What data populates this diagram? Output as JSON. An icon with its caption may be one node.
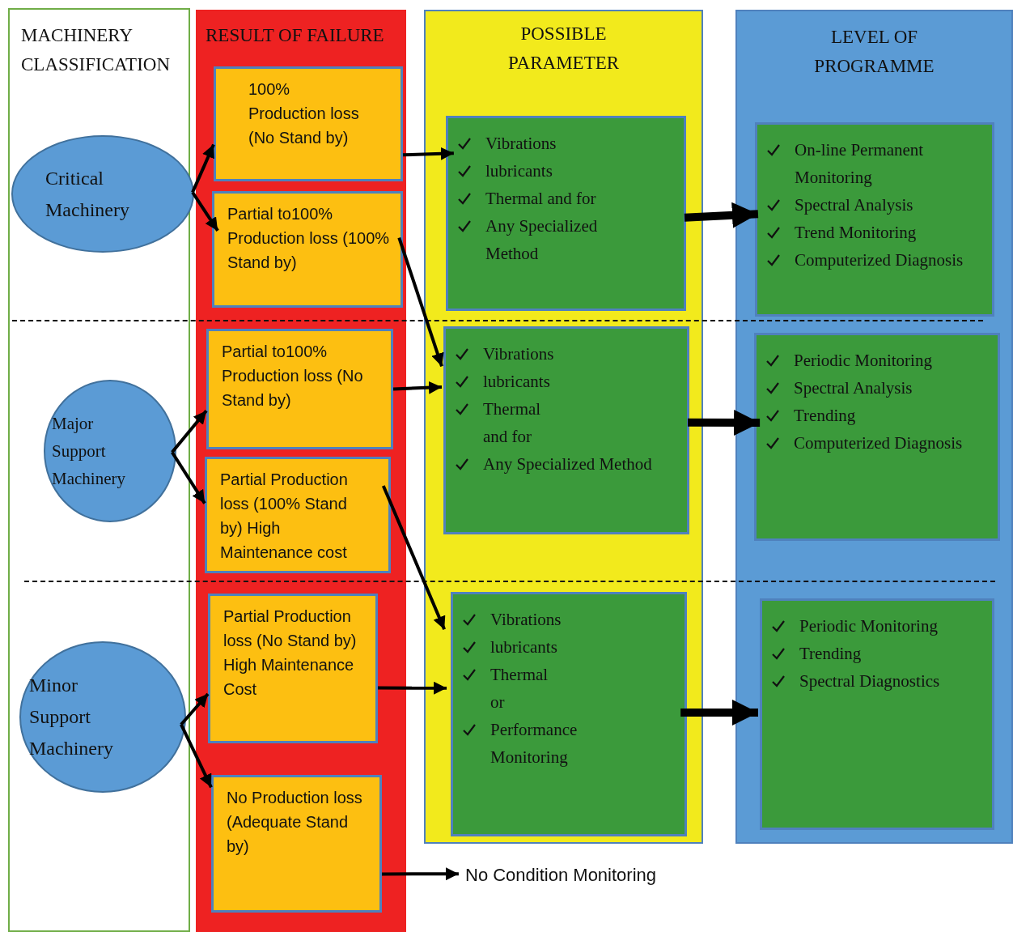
{
  "diagram": {
    "nodes": [
      {
        "text": [
          "MACHINERY CLASSIFICATION"
        ]
      },
      {
        "text": [
          "Critical Machinery"
        ],
        "in": 0
      },
      {
        "text": [
          "Major Support Machinery"
        ],
        "in": 0
      },
      {
        "text": [
          "Minor Support Machinery"
        ],
        "in": 0
      },
      {
        "text": [
          "RESULT OF FAILURE"
        ]
      },
      {
        "text": [
          "100% Production loss (No Stand by)"
        ],
        "in": 4
      },
      {
        "text": [
          "Partial to100% Production loss (100% Stand by)"
        ],
        "in": 4
      },
      {
        "text": [
          "Partial to100% Production loss (No Stand by)"
        ],
        "in": 4
      },
      {
        "text": [
          "Partial Production loss (100% Stand by) High Maintenance cost"
        ],
        "in": 4
      },
      {
        "text": [
          "Partial Production loss (No Stand by) High Maintenance Cost"
        ],
        "in": 4
      },
      {
        "text": [
          "No Production loss (Adequate Stand by)"
        ],
        "in": 4
      },
      {
        "text": [
          "POSSIBLE PARAMETER"
        ]
      },
      {
        "text": [
          "Vibrations",
          "lubricants",
          "Thermal and for",
          "Any Specialized Method"
        ],
        "in": 11
      },
      {
        "text": [
          "Vibrations",
          "lubricants",
          "Thermal and for",
          "Any Specialized Method"
        ],
        "in": 11
      },
      {
        "text": [
          "Vibrations",
          "lubricants",
          "Thermal or",
          "Performance Monitoring"
        ],
        "in": 11
      },
      {
        "text": [
          "LEVEL OF PROGRAMME"
        ]
      },
      {
        "text": [
          "On-line Permanent Monitoring",
          "Spectral Analysis",
          "Trend Monitoring",
          "Computerized Diagnosis"
        ],
        "in": 15
      },
      {
        "text": [
          "Periodic Monitoring",
          "Spectral Analysis",
          "Trending",
          "Computerized Diagnosis"
        ],
        "in": 15
      },
      {
        "text": [
          "Periodic Monitoring",
          "Trending",
          "Spectral Diagnostics"
        ],
        "in": 15
      },
      {
        "text": [
          "No Condition Monitoring"
        ]
      }
    ],
    "edges": [
      {
        "from": 1,
        "to": 5,
        "arrow": "to"
      },
      {
        "from": 1,
        "to": 6,
        "arrow": "to"
      },
      {
        "from": 2,
        "to": 7,
        "arrow": "to"
      },
      {
        "from": 2,
        "to": 8,
        "arrow": "to"
      },
      {
        "from": 3,
        "to": 9,
        "arrow": "to"
      },
      {
        "from": 3,
        "to": 10,
        "arrow": "to"
      },
      {
        "from": 5,
        "to": 12,
        "arrow": "to"
      },
      {
        "from": 6,
        "to": 13,
        "arrow": "to"
      },
      {
        "from": 7,
        "to": 13,
        "arrow": "to"
      },
      {
        "from": 8,
        "to": 14,
        "arrow": "to"
      },
      {
        "from": 9,
        "to": 14,
        "arrow": "to"
      },
      {
        "from": 10,
        "to": 19,
        "arrow": "to"
      },
      {
        "from": 12,
        "to": 16,
        "arrow": "to",
        "style": "thick"
      },
      {
        "from": 13,
        "to": 17,
        "arrow": "to",
        "style": "thick"
      },
      {
        "from": 14,
        "to": 18,
        "arrow": "to",
        "style": "thick"
      }
    ]
  }
}
